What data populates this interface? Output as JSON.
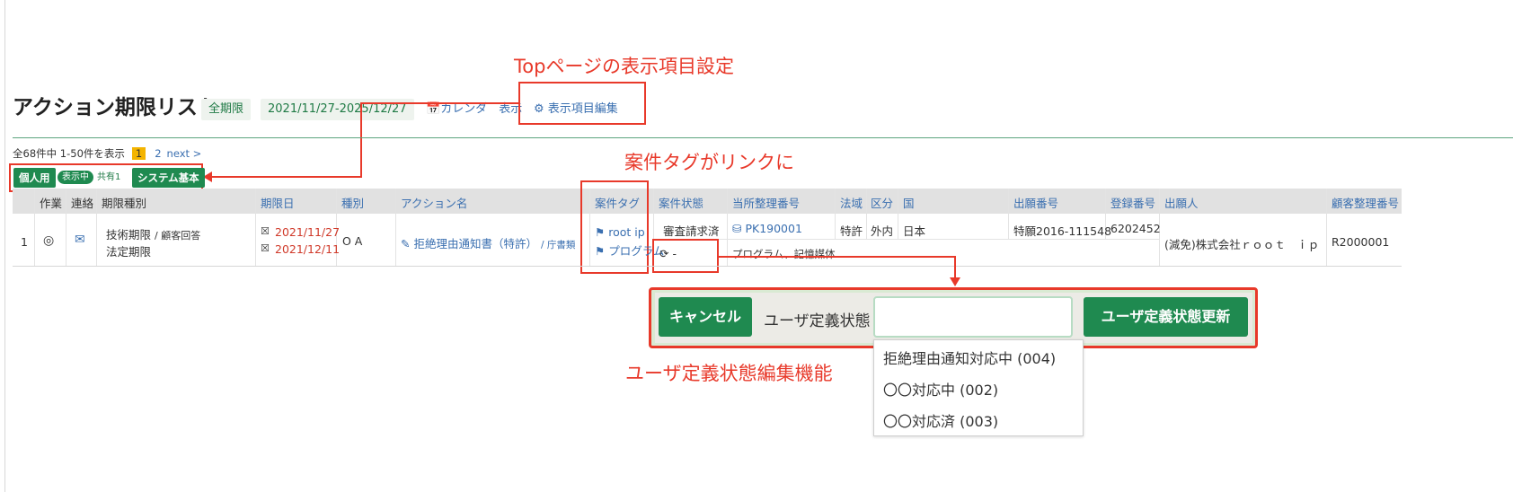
{
  "header": {
    "title": "アクション期限リスト",
    "filter_all": "全期限",
    "date_range": "2021/11/27-2025/12/27",
    "calendar_label": "カレンダ　表示",
    "settings_label": "表示項目編集"
  },
  "annotations": {
    "top_settings": "Topページの表示項目設定",
    "case_tag": "案件タグがリンクに",
    "user_state": "ユーザ定義状態編集機能"
  },
  "pager": {
    "summary": "全68件中 1-50件を表示",
    "current": "1",
    "page2": "2",
    "next": "next >"
  },
  "tabs": {
    "personal": "個人用",
    "showing": "表示中",
    "shared": "共有1",
    "system": "システム基本"
  },
  "table": {
    "headers": {
      "work": "作業",
      "contact": "連絡",
      "deadline_type": "期限種別",
      "due": "期限日",
      "kind": "種別",
      "action": "アクション名",
      "tag": "案件タグ",
      "status": "案件状態",
      "ref": "当所整理番号",
      "law": "法域",
      "div": "区分",
      "country": "国",
      "app_no": "出願番号",
      "reg_no": "登録番号",
      "applicant": "出願人",
      "client_ref": "顧客整理番号"
    },
    "row": {
      "index": "1",
      "deadline_type_1": "技術期限",
      "deadline_type_1_sub": "/ 顧客回答",
      "deadline_type_2": "法定期限",
      "due_1": "2021/11/27",
      "due_2": "2021/12/11",
      "kind": "O A",
      "action": "拒絶理由通知書（特許）",
      "action_sub": "/ 庁書類",
      "tag_1": "root ip",
      "tag_2": "プログラム",
      "status": "審査請求済",
      "ref": "PK190001",
      "law": "特許",
      "div": "外内",
      "country": "日本",
      "app_no": "特願2016-111548",
      "reg_no": "6202452",
      "title": "プログラム、記憶媒体",
      "user_state": "-",
      "applicant": "(減免)株式会社ｒｏｏｔ　ｉｐ",
      "client_ref": "R2000001"
    }
  },
  "dialog": {
    "cancel": "キャンセル",
    "label": "ユーザ定義状態",
    "input_value": "",
    "update": "ユーザ定義状態更新",
    "options": [
      "拒絶理由通知対応中 (004)",
      "〇〇対応中 (002)",
      "〇〇対応済 (003)"
    ]
  },
  "colors": {
    "accent_green": "#1f8a50",
    "annotation_red": "#e8392a",
    "link_blue": "#3a6fb0",
    "due_red": "#d03a2a",
    "page_highlight": "#f4b400"
  }
}
